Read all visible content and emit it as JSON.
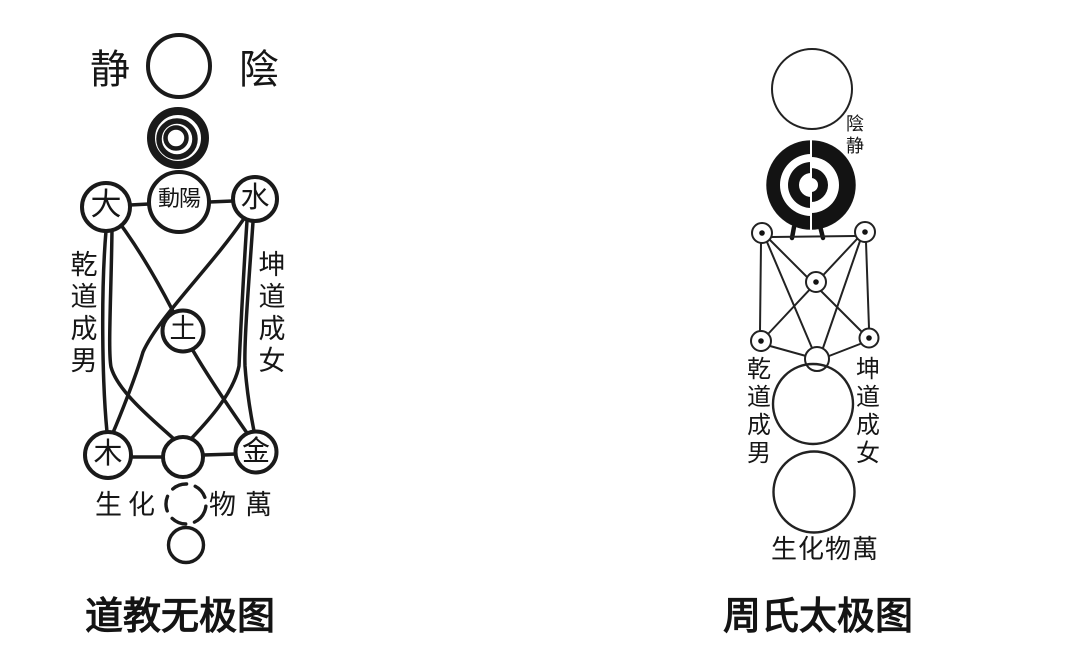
{
  "figure": {
    "background": "#ffffff",
    "ink_color": "#1a1a1a"
  },
  "left_diagram": {
    "caption": "道教无极图",
    "labels": {
      "jing": "静",
      "yin": "陰",
      "fire": "大",
      "dong_yang": "動陽",
      "water": "水",
      "earth": "土",
      "wood": "木",
      "metal": "金",
      "qian_dao_cheng_nan": "乾道成男",
      "kun_dao_cheng_nv": "坤道成女",
      "sheng_hua": "生化",
      "wu_wan": "物萬"
    }
  },
  "right_diagram": {
    "caption": "周氏太极图",
    "labels": {
      "yin_jing": "陰静",
      "qian_dao_cheng_nan": "乾道成男",
      "kun_dao_cheng_nv": "坤道成女",
      "sheng_hua_wu_wan": "生化物萬"
    }
  }
}
